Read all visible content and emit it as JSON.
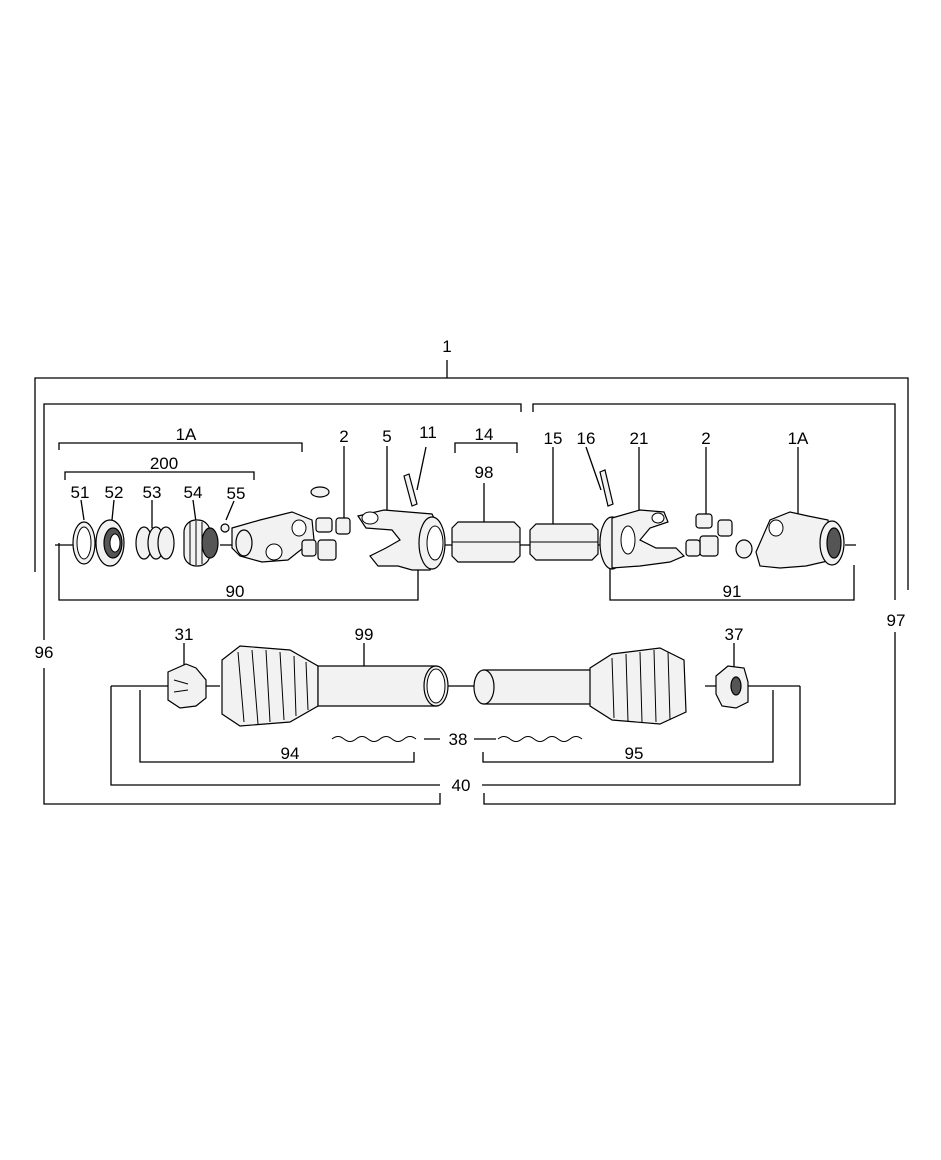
{
  "labels": {
    "l1": "1",
    "l1a_left": "1A",
    "l200": "200",
    "l51": "51",
    "l52": "52",
    "l53": "53",
    "l54": "54",
    "l55": "55",
    "l2_left": "2",
    "l5": "5",
    "l11": "11",
    "l14": "14",
    "l98": "98",
    "l15": "15",
    "l16": "16",
    "l21": "21",
    "l2_right": "2",
    "l1a_right": "1A",
    "l90": "90",
    "l91": "91",
    "l96": "96",
    "l97": "97",
    "l31": "31",
    "l99": "99",
    "l37": "37",
    "l94": "94",
    "l38": "38",
    "l95": "95",
    "l40": "40"
  }
}
